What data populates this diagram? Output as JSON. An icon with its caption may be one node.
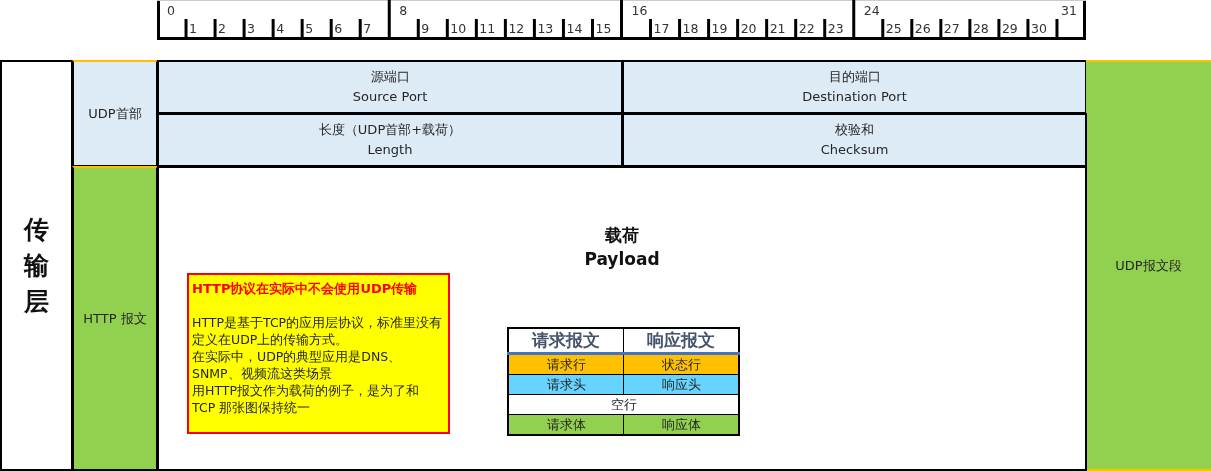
{
  "diagram": {
    "nodes": [
      {
        "text": [
          "传输层"
        ]
      },
      {
        "text": [
          "UDP首部"
        ]
      },
      {
        "text": [
          "源端口",
          "Source Port"
        ]
      },
      {
        "text": [
          "目的端口",
          "Destination Port"
        ]
      },
      {
        "text": [
          "UDP报文段"
        ]
      },
      {
        "text": [
          "长度（UDP首部+载荷）",
          "Length"
        ]
      },
      {
        "text": [
          "校验和",
          "Checksum"
        ]
      },
      {
        "text": [
          "HTTP 报文"
        ]
      },
      {
        "text": [
          "载荷",
          "Payload"
        ]
      },
      {
        "text": [
          "HTTP协议在实际中不会使用UDP传输",
          "HTTP是基于TCP的应用层协议，标准里没有定义在UDP上的传输方式。",
          "在实际中，UDP的典型应用是DNS、SNMP、视频流这类场景",
          "用HTTP报文作为载荷的例子，是为了和 TCP 那张图保持统一"
        ],
        "in": 8
      }
    ],
    "labels": [
      "0",
      "1",
      "2",
      "3",
      "4",
      "5",
      "6",
      "7",
      "8",
      "9",
      "10",
      "11",
      "12",
      "13",
      "14",
      "15",
      "16",
      "17",
      "18",
      "19",
      "20",
      "21",
      "22",
      "23",
      "24",
      "25",
      "26",
      "27",
      "28",
      "29",
      "30",
      "31",
      "请求报文",
      "响应报文",
      "请求行",
      "状态行",
      "请求头",
      "响应头",
      "空行",
      "请求体",
      "响应体"
    ]
  }
}
